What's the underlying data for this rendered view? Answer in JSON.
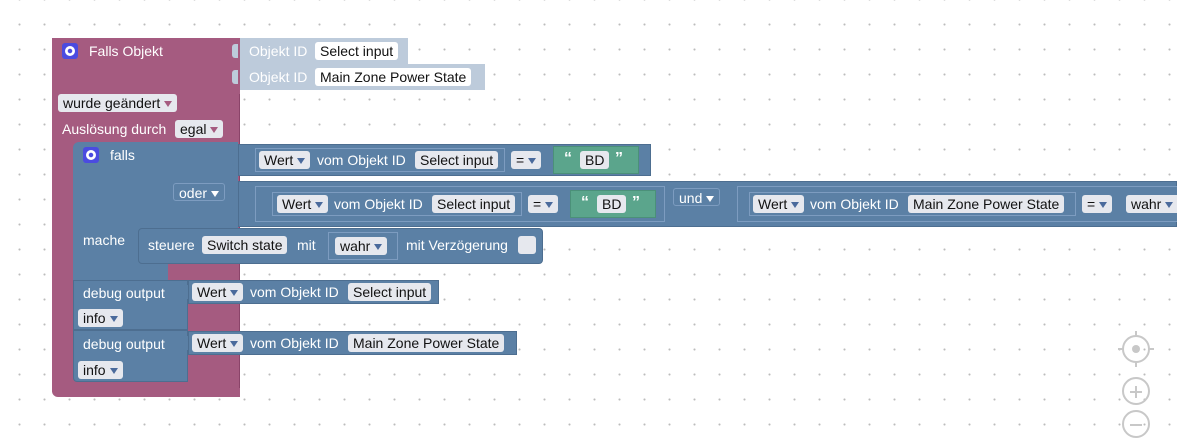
{
  "colors": {
    "event_block": "#a55b80",
    "logic_block": "#5b80a5",
    "text_block": "#5ba58c",
    "object_block": "#bdcbdb"
  },
  "icons": [
    "gear-icon",
    "crosshair-icon",
    "zoom-in-icon",
    "zoom-out-icon"
  ],
  "event": {
    "title": "Falls Objekt",
    "object_label": "Objekt ID",
    "objects": [
      "Select input",
      "Main Zone Power State"
    ],
    "change_mode": "wurde geändert",
    "trigger_label": "Auslösung durch",
    "trigger_value": "egal"
  },
  "if_block": {
    "falls_label": "falls",
    "oder_label": "oder",
    "mache_label": "mache",
    "value_mode": "Wert",
    "vom_objekt_label": "vom Objekt ID",
    "compare_op": "=",
    "und_label": "und",
    "row1": {
      "object": "Select input",
      "string": "BD"
    },
    "row2": {
      "object": "Select input",
      "string": "BD",
      "object2": "Main Zone Power State",
      "bool": "wahr"
    }
  },
  "control": {
    "steuere_label": "steuere",
    "target": "Switch state",
    "mit_label": "mit",
    "value": "wahr",
    "delay_label": "mit Verzögerung"
  },
  "debug": [
    {
      "label": "debug output",
      "mode": "Wert",
      "vom": "vom Objekt ID",
      "object": "Select input",
      "level": "info"
    },
    {
      "label": "debug output",
      "mode": "Wert",
      "vom": "vom Objekt ID",
      "object": "Main Zone Power State",
      "level": "info"
    }
  ]
}
